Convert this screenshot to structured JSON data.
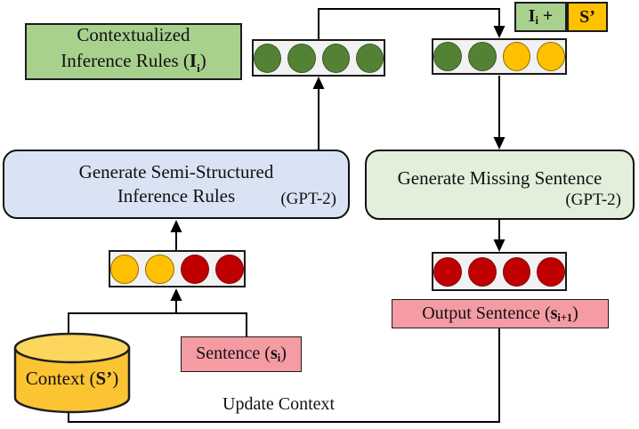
{
  "palette": {
    "label_green": "#a9d18e",
    "process_blue": "#dae3f3",
    "process_green": "#e2efda",
    "pink": "#f59ba3",
    "row_bg": "#f2f2f2",
    "gold_body": "#fcc433",
    "gold_top": "#fdd65e",
    "green_token": "#548235",
    "green_token_border": "#3a5a23",
    "yellow_token": "#ffc000",
    "yellow_token_border": "#8f6c00",
    "red_token": "#c00000",
    "red_token_border": "#7e0b0b",
    "wire": "#000000"
  },
  "boxes": {
    "contextualized": {
      "line1": "Contextualized",
      "line2_pre": "Inference Rules (",
      "symbol": "I",
      "sub": "i",
      "post": ")"
    },
    "legend": {
      "sym": "I",
      "sub": "i",
      "plus": " +",
      "s": "S’"
    },
    "rule_generator": {
      "line1": "Generate Semi-Structured",
      "line2": "Inference Rules",
      "tag": "(GPT-2)"
    },
    "sentence_generator": {
      "line1": "Generate Missing Sentence",
      "tag": "(GPT-2)"
    },
    "output_sentence": {
      "pre": "Output Sentence (",
      "sym": "s",
      "sub": "i+1",
      "post": ")"
    },
    "sentence": {
      "pre": "Sentence (",
      "sym": "s",
      "sub": "i",
      "post": ")"
    },
    "context": {
      "pre": "Context (",
      "sym": "S’",
      "post": ")"
    },
    "update_context": "Update Context"
  },
  "token_rows": {
    "inference": [
      "green",
      "green",
      "green",
      "green"
    ],
    "combined": [
      "green",
      "green",
      "yellow",
      "yellow"
    ],
    "input": [
      "yellow",
      "yellow",
      "red",
      "red"
    ],
    "output": [
      "red",
      "red",
      "red",
      "red"
    ]
  }
}
